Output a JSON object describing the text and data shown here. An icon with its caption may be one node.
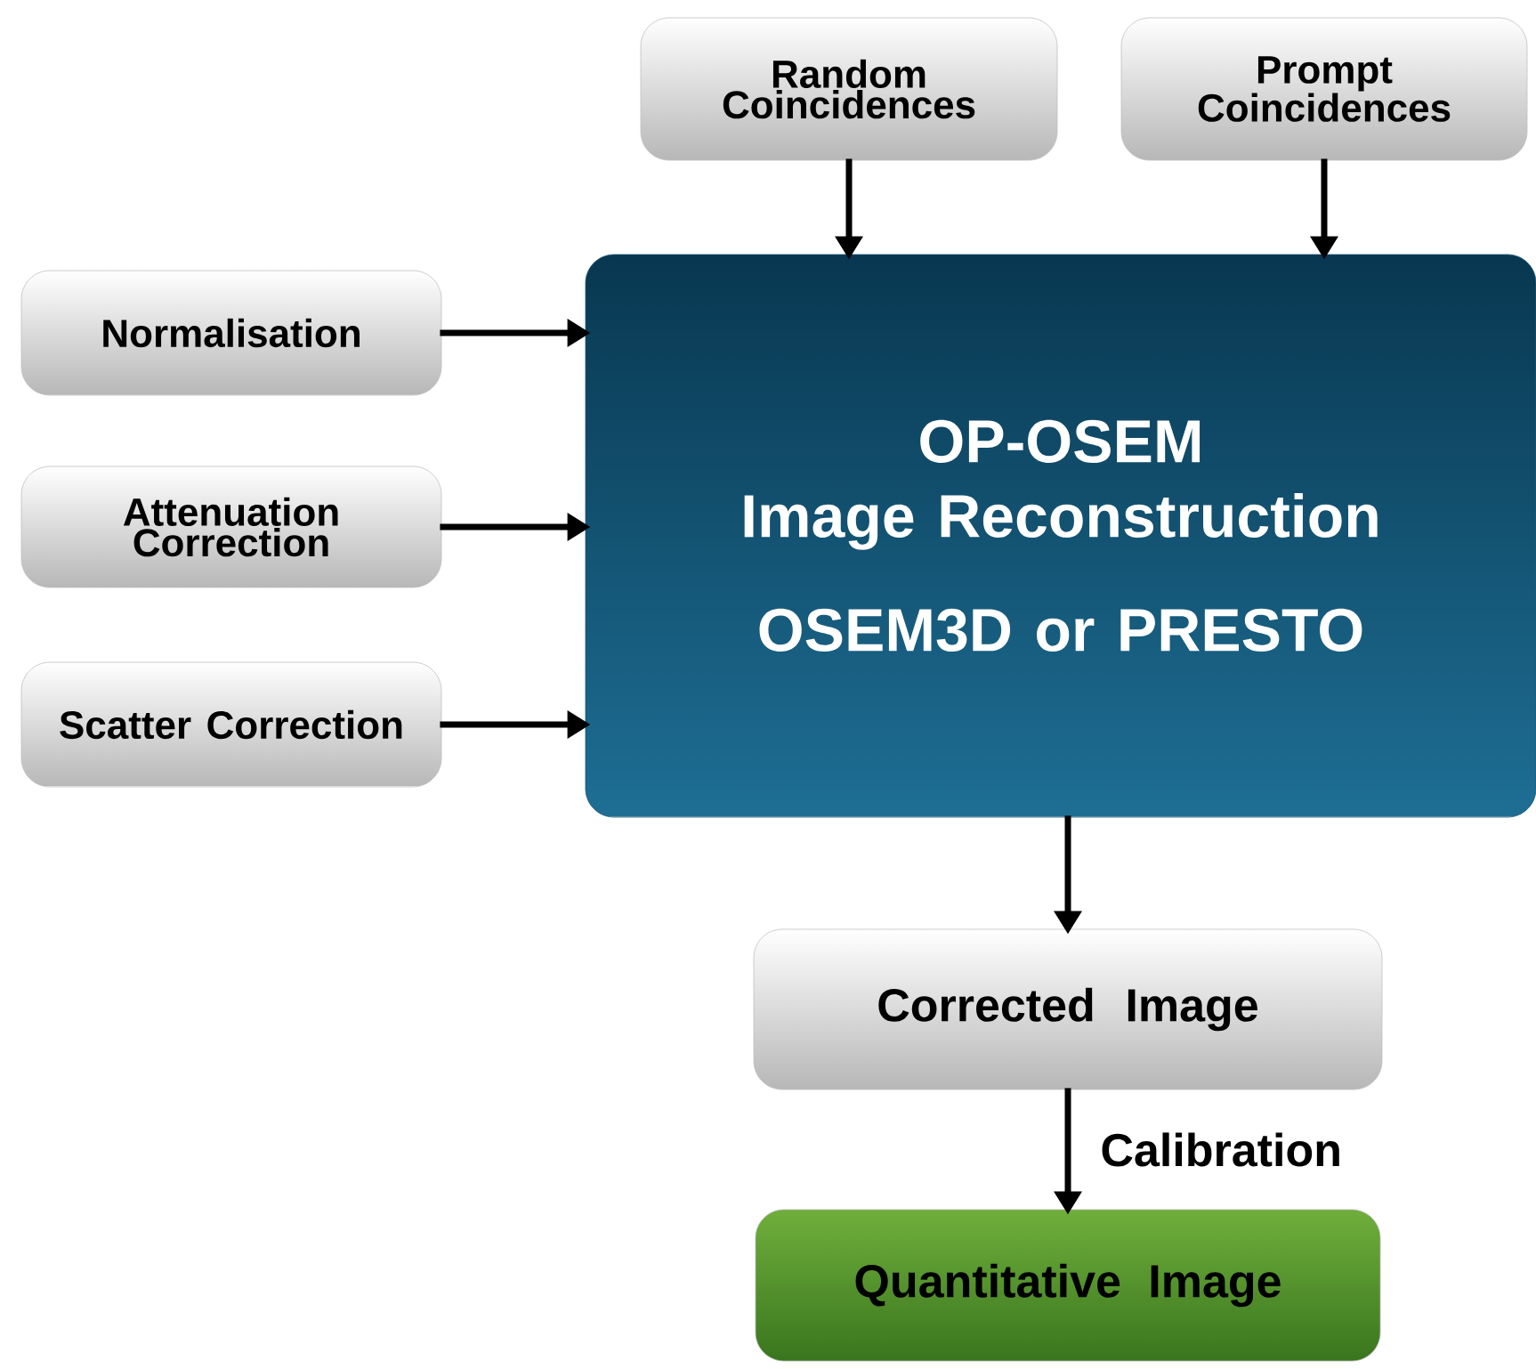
{
  "diagram": {
    "nodes": [
      {
        "text": [
          "Random Coincidences"
        ]
      },
      {
        "text": [
          "Prompt Coincidences"
        ]
      },
      {
        "text": [
          "Normalisation"
        ]
      },
      {
        "text": [
          "Attenuation Correction"
        ]
      },
      {
        "text": [
          "Scatter Correction"
        ]
      },
      {
        "text": [
          "OP-OSEM Image Reconstruction",
          "OSEM3D or PRESTO"
        ]
      },
      {
        "text": [
          "Corrected Image"
        ]
      },
      {
        "text": [
          "Quantitative Image"
        ]
      }
    ],
    "edges": [
      {
        "from": 0,
        "to": 5,
        "arrow": "to"
      },
      {
        "from": 1,
        "to": 5,
        "arrow": "to"
      },
      {
        "from": 2,
        "to": 5,
        "arrow": "to"
      },
      {
        "from": 3,
        "to": 5,
        "arrow": "to"
      },
      {
        "from": 4,
        "to": 5,
        "arrow": "to"
      },
      {
        "from": 5,
        "to": 6,
        "arrow": "to"
      },
      {
        "from": 6,
        "to": 7,
        "arrow": "to",
        "label": "Calibration"
      }
    ]
  }
}
